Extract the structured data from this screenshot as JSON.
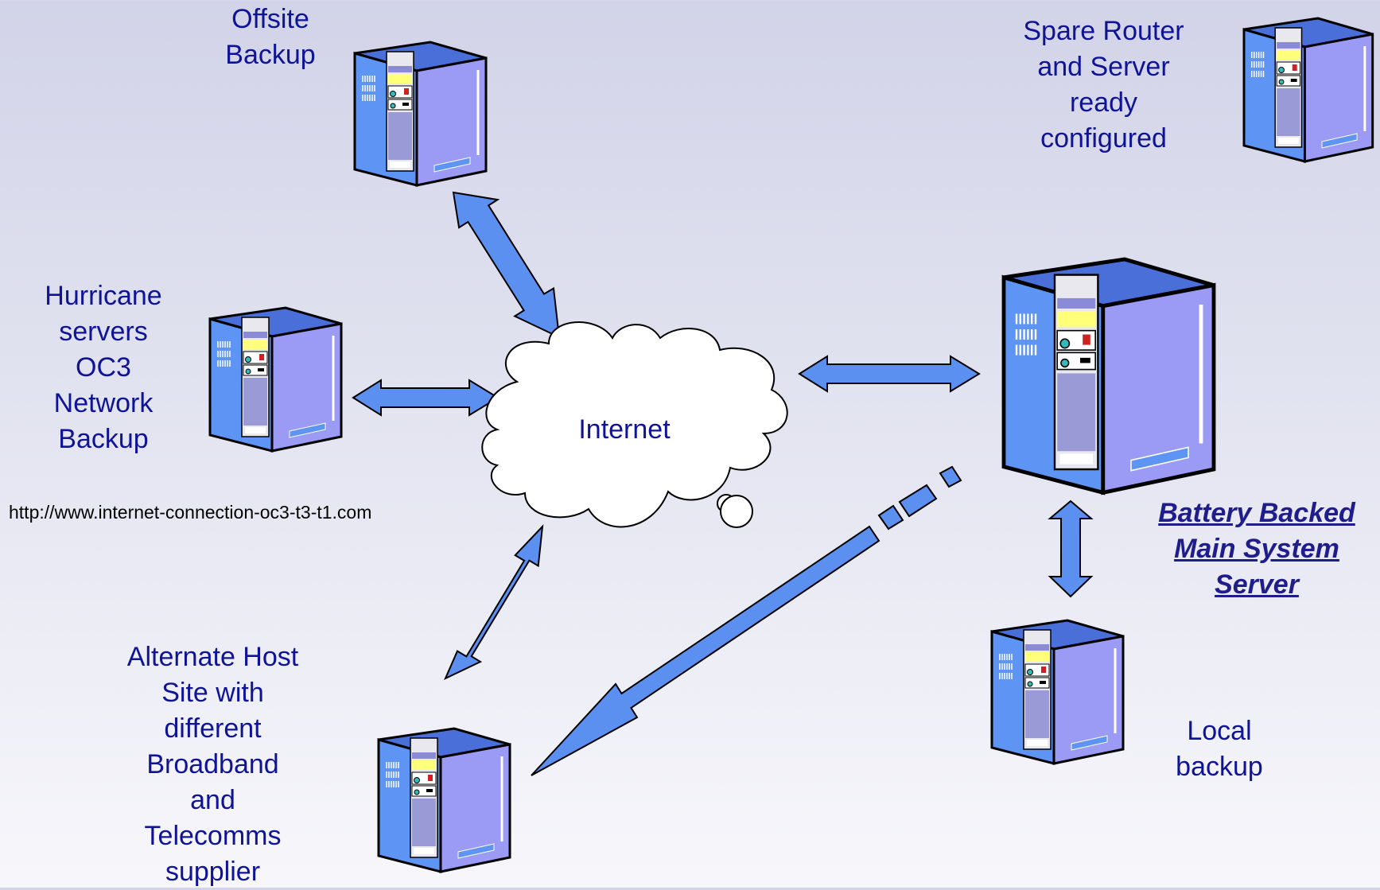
{
  "labels": {
    "offsite": "Offsite\nBackup",
    "spare": "Spare Router\nand Server\nready\nconfigured",
    "hurricane": "Hurricane\nservers\nOC3\nNetwork\nBackup",
    "internet": "Internet",
    "main_server": "Battery Backed\nMain System\nServer",
    "alternate": "Alternate Host\nSite with\ndifferent\nBroadband\nand\nTelecomms\nsupplier",
    "local": "Local\nbackup",
    "url": "http://www.internet-connection-oc3-t3-t1.com"
  },
  "icons": {
    "server": "server-tower-icon",
    "cloud": "cloud-icon",
    "arrow": "double-arrow-icon"
  },
  "colors": {
    "text": "#0f1496",
    "arrow_fill": "#5b8ff0",
    "server_front": "#5e95f4",
    "server_side": "#9b9bf6"
  }
}
